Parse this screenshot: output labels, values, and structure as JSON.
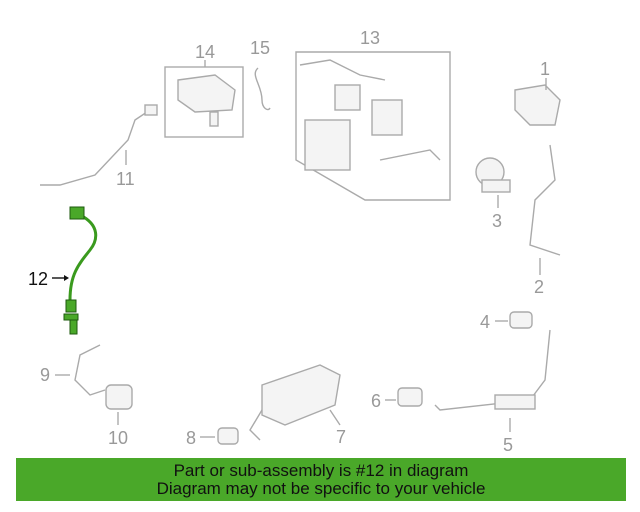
{
  "diagram": {
    "highlight_color": "#3a9a1e",
    "callouts": {
      "c1": "1",
      "c2": "2",
      "c3": "3",
      "c4": "4",
      "c5": "5",
      "c6": "6",
      "c7": "7",
      "c8": "8",
      "c9": "9",
      "c10": "10",
      "c11": "11",
      "c12": "12",
      "c13": "13",
      "c14": "14",
      "c15": "15"
    }
  },
  "banner": {
    "line1": "Part or sub-assembly is #12 in diagram",
    "line2": "Diagram may not be specific to your vehicle",
    "color": "#4aa829"
  }
}
